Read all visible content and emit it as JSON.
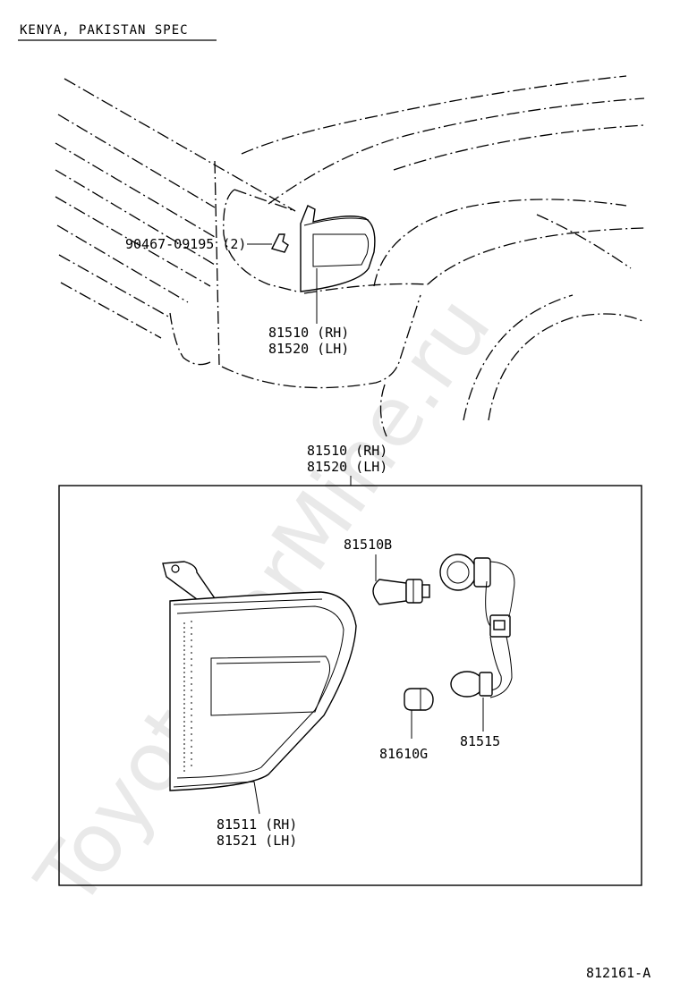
{
  "header": {
    "spec_title": "KENYA, PAKISTAN SPEC"
  },
  "labels": {
    "clip": "90467-09195 (2)",
    "lamp_upper_rh": "81510 (RH)",
    "lamp_upper_lh": "81520 (LH)",
    "lamp_box_rh": "81510 (RH)",
    "lamp_box_lh": "81520 (LH)",
    "bulb_main": "81510B",
    "bulb_small": "81610G",
    "socket": "81515",
    "lens_rh": "81511 (RH)",
    "lens_lh": "81521 (LH)"
  },
  "footer": {
    "diagram_code": "812161-A"
  },
  "watermark": {
    "text": "ToyotaCarMine.ru"
  }
}
